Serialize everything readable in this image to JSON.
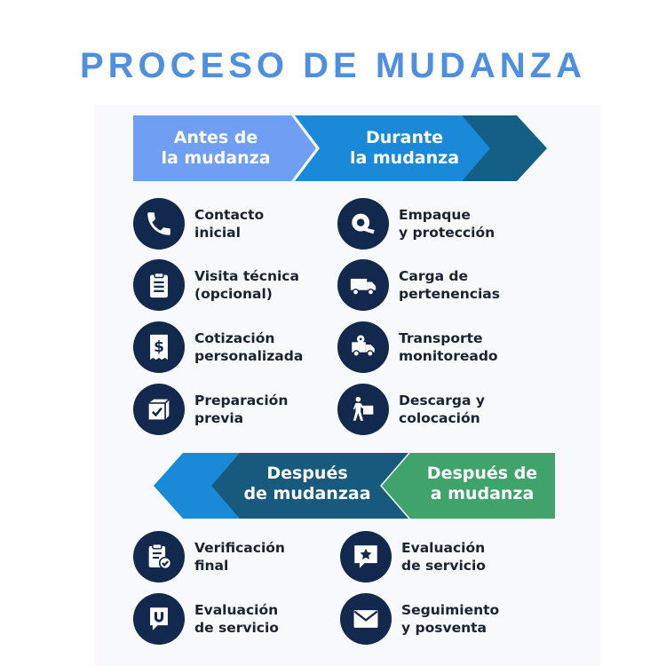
{
  "title": "PROCESO DE MUDANZA",
  "colors": {
    "title": "#4e8fe0",
    "antes": "#6f9ef2",
    "durante": "#1a8ad8",
    "durante_tip": "#145f86",
    "despues_dark": "#185a7e",
    "despues_blue": "#1a8ad8",
    "despues_green": "#3fa36b",
    "icon_circle": "#13284d"
  },
  "top_band": {
    "antes": "Antes de\nla mudanza",
    "durante": "Durante\nla mudanza"
  },
  "bottom_band": {
    "despues_mid": "Después\nde mudanzaa",
    "despues_right": "Después de\na mudanza"
  },
  "before_items": [
    {
      "label": "Contacto\ninicial",
      "icon": "phone-icon"
    },
    {
      "label": "Visita técnica\n(opcional)",
      "icon": "clipboard-icon"
    },
    {
      "label": "Cotización\npersonalizada",
      "icon": "dollar-receipt-icon"
    },
    {
      "label": "Preparación\nprevia",
      "icon": "box-check-icon"
    }
  ],
  "during_items": [
    {
      "label": "Empaque\ny protección",
      "icon": "tape-icon"
    },
    {
      "label": "Carga de\npertenencias",
      "icon": "truck-icon"
    },
    {
      "label": "Transporte\nmonitoreado",
      "icon": "truck-route-icon"
    },
    {
      "label": "Descarga y\ncolocación",
      "icon": "person-carrying-box-icon"
    }
  ],
  "after_left_items": [
    {
      "label": "Verificación\nfinal",
      "icon": "clipboard-check-icon"
    },
    {
      "label": "Evaluación\nde servicio",
      "icon": "feedback-u-icon"
    }
  ],
  "after_right_items": [
    {
      "label": "Evaluación\nde servicio",
      "icon": "star-chat-icon"
    },
    {
      "label": "Seguimiento\ny posventa",
      "icon": "envelope-icon"
    }
  ]
}
